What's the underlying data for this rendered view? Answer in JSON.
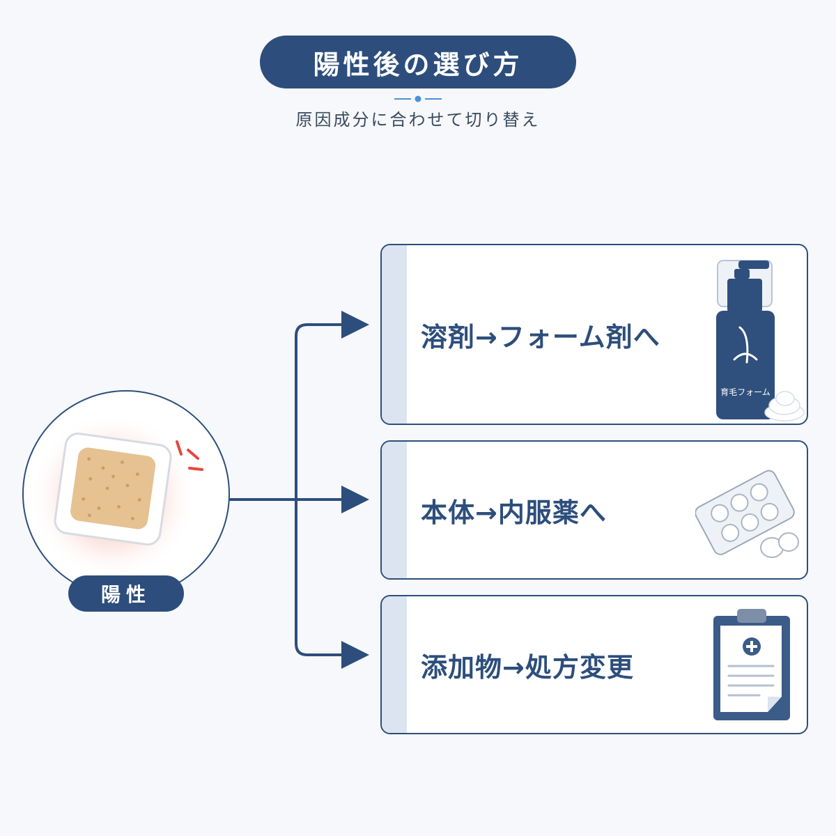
{
  "title": "陽性後の選び方",
  "subtitle": "原因成分に合わせて切り替え",
  "source": {
    "label": "陽性",
    "icon": "patch-test-icon"
  },
  "options": [
    {
      "label": "溶剤→フォーム剤へ",
      "icon": "foam-bottle-icon",
      "product_label": "育毛フォーム"
    },
    {
      "label": "本体→内服薬へ",
      "icon": "pill-blister-icon"
    },
    {
      "label": "添加物→処方変更",
      "icon": "prescription-clipboard-icon"
    }
  ],
  "colors": {
    "navy": "#2d4e7c",
    "accent_blue": "#4a90d9",
    "background": "#f6f8fb",
    "card_accent": "#dbe4f0",
    "irritation_red": "#e8453c"
  }
}
